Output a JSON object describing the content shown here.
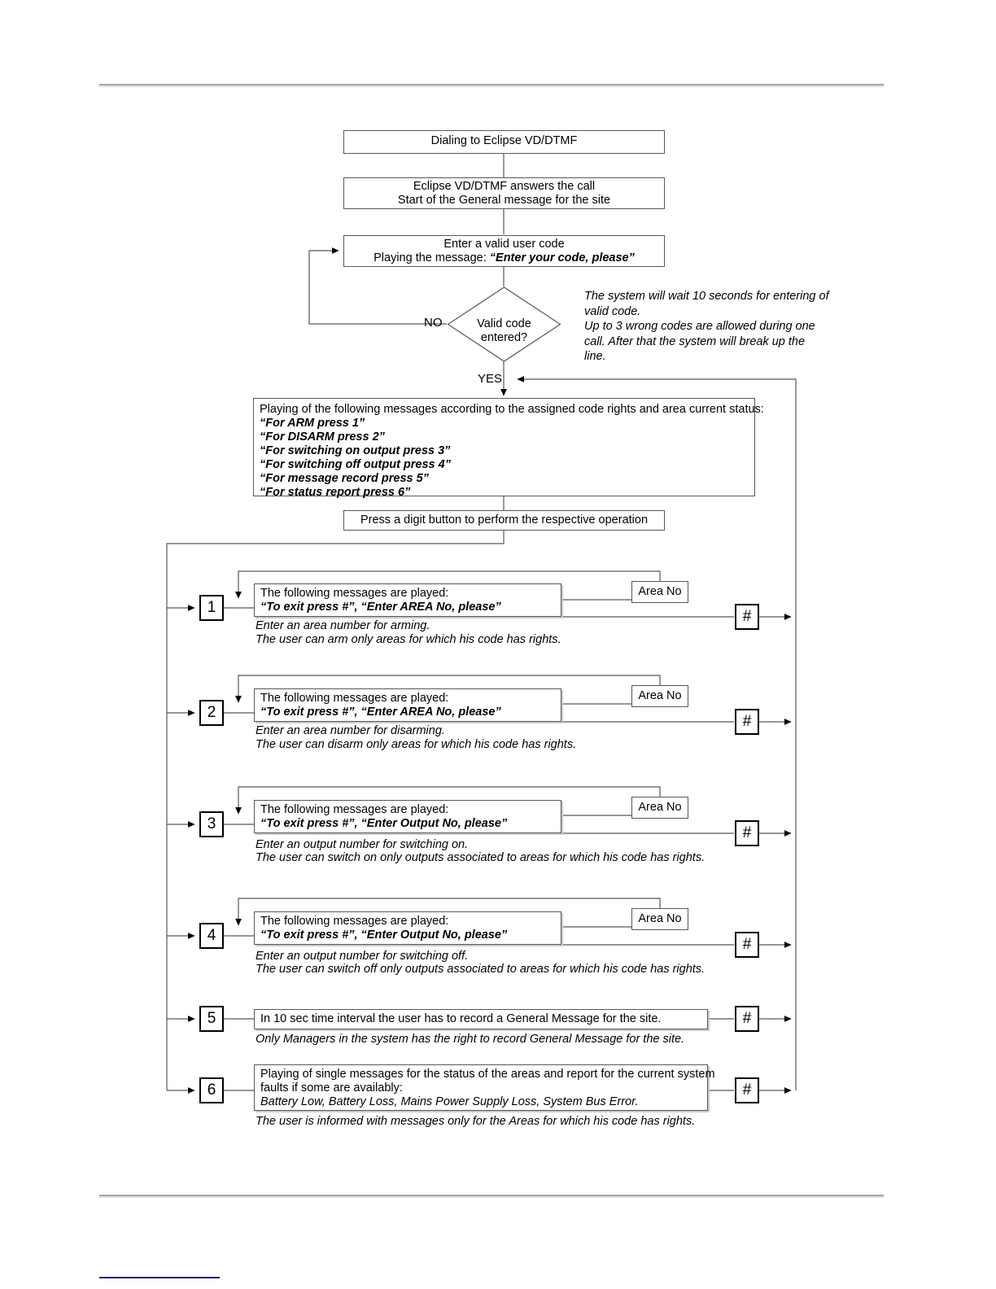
{
  "diagram": {
    "title": "Eclipse VD/DTMF remote control flowchart",
    "nodes": {
      "dial": "Dialing to Eclipse VD/DTMF",
      "answer_line1": "Eclipse VD/DTMF answers the call",
      "answer_line2": "Start of the General message for the site",
      "entercode_line1": "Enter a valid user code",
      "entercode_line2_plain": "Playing the message: ",
      "entercode_line2_quote": "“Enter your code, please”",
      "decision_line1": "Valid code",
      "decision_line2": "entered?",
      "label_no": "NO",
      "label_yes": "YES",
      "menu_header": "Playing of the following messages according to the assigned code rights and area current status:",
      "menu_options": [
        "“For ARM press 1”",
        "“For DISARM press 2”",
        "“For switching on output press 3”",
        "“For switching off output press 4”",
        "“For message record press 5”",
        "“For status report press 6”"
      ],
      "press_digit": "Press a digit button to perform the respective operation"
    },
    "side_note": {
      "line1": "The system will wait 10 seconds for entering of",
      "line2": "valid code.",
      "line3": "Up to 3 wrong codes are allowed during one",
      "line4": "call. After that the system will break up the",
      "line5": "line."
    },
    "common": {
      "area_no": "Area No",
      "hash": "#",
      "msg_header": "The following messages are played:"
    },
    "branches": [
      {
        "key": "1",
        "msg_header": "The following messages are played:",
        "msg_quote": "“To exit press #”, “Enter AREA No, please”",
        "aux": "Area No",
        "exit": "#",
        "note1": "Enter an area number for arming.",
        "note2": "The user can arm only areas for which his code has rights."
      },
      {
        "key": "2",
        "msg_header": "The following messages are played:",
        "msg_quote": "“To exit press #”, “Enter AREA No, please”",
        "aux": "Area No",
        "exit": "#",
        "note1": "Enter an area number for disarming.",
        "note2": "The user can disarm only areas for which his code has rights."
      },
      {
        "key": "3",
        "msg_header": "The following messages are played:",
        "msg_quote": "“To exit press #”, “Enter Output No, please”",
        "aux": "Area No",
        "exit": "#",
        "note1": "Enter an output number for switching on.",
        "note2": "The user can switch on only outputs associated to areas for which his code has rights."
      },
      {
        "key": "4",
        "msg_header": "The following messages are played:",
        "msg_quote": "“To exit press #”, “Enter Output No, please”",
        "aux": "Area No",
        "exit": "#",
        "note1": "Enter an output number for switching off.",
        "note2": "The user can switch off only outputs associated to areas for which his code has rights."
      },
      {
        "key": "5",
        "msg_line1": "In 10 sec time interval the user has to record a General Message for the site.",
        "exit": "#",
        "note1": "Only Managers in the system has the right to record General Message for the site."
      },
      {
        "key": "6",
        "msg_line1": "Playing of single messages for the status of the areas and report for the current system",
        "msg_line2": "faults if some are availably:",
        "msg_line3": "Battery Low, Battery Loss, Mains Power Supply  Loss, System Bus Error.",
        "exit": "#",
        "note1": "The user is informed with messages only for the Areas for which his code has rights."
      }
    ]
  },
  "colors": {
    "line": "#58585a",
    "wire": "#000000",
    "rule": "#a8a8a8",
    "footnote_rule": "#13127a"
  }
}
